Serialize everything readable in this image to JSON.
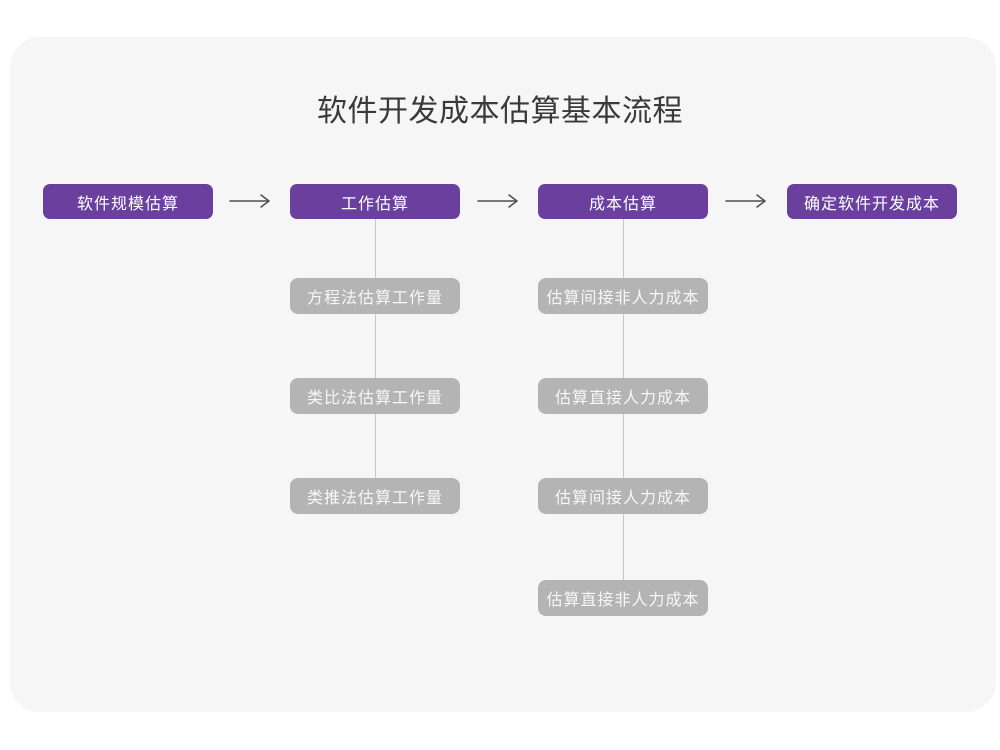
{
  "title": "软件开发成本估算基本流程",
  "colors": {
    "page_background": "#ffffff",
    "card_background": "#f6f6f6",
    "step_purple": "#6a3f9e",
    "step_text": "#ffffff",
    "subnode_gray": "#b4b4b4",
    "subnode_text": "#f7f7f7",
    "title_text": "#3a3a3a",
    "arrow": "#4f4f4f",
    "connector_line": "#c6c6c6"
  },
  "icons": {
    "arrow_right": "⟶"
  },
  "flow": {
    "steps": [
      {
        "label": "软件规模估算"
      },
      {
        "label": "工作估算"
      },
      {
        "label": "成本估算"
      },
      {
        "label": "确定软件开发成本"
      }
    ]
  },
  "columns": [
    {
      "parent": "工作估算",
      "items": [
        {
          "label": "方程法估算工作量"
        },
        {
          "label": "类比法估算工作量"
        },
        {
          "label": "类推法估算工作量"
        }
      ]
    },
    {
      "parent": "成本估算",
      "items": [
        {
          "label": "估算间接非人力成本"
        },
        {
          "label": "估算直接人力成本"
        },
        {
          "label": "估算间接人力成本"
        },
        {
          "label": "估算直接非人力成本"
        }
      ]
    }
  ]
}
